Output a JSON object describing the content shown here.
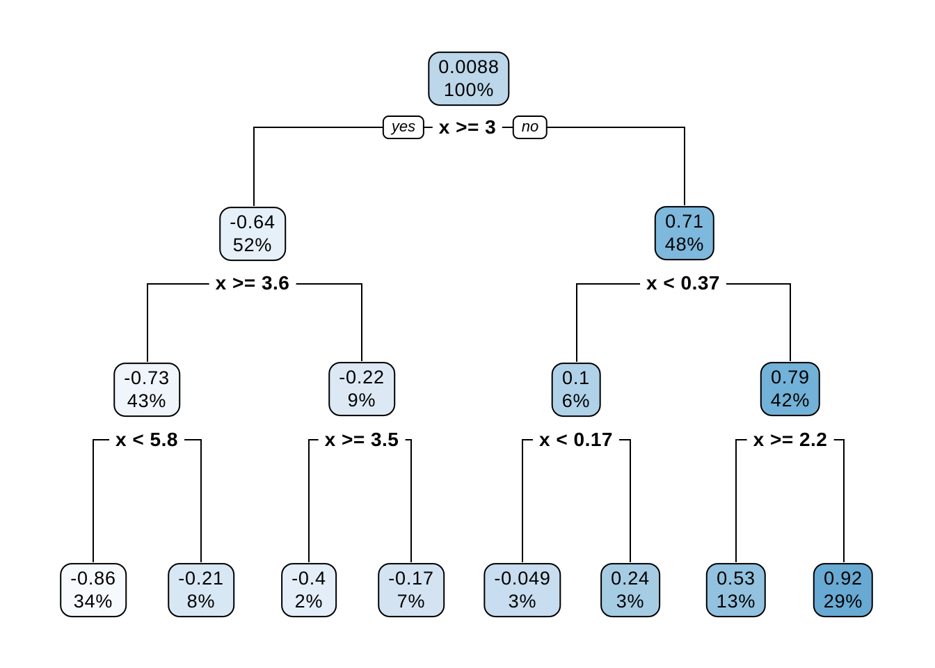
{
  "diagram": {
    "type": "regression-decision-tree",
    "edge_labels": {
      "yes": "yes",
      "no": "no"
    },
    "splits": [
      {
        "label": "x >= 3"
      },
      {
        "label": "x >= 3.6"
      },
      {
        "label": "x < 0.37"
      },
      {
        "label": "x < 5.8"
      },
      {
        "label": "x >= 3.5"
      },
      {
        "label": "x < 0.17"
      },
      {
        "label": "x >= 2.2"
      }
    ],
    "nodes": [
      {
        "level": 0,
        "value": "0.0088",
        "percent": "100%",
        "fill": "#bcd7ea"
      },
      {
        "level": 1,
        "value": "-0.64",
        "percent": "52%",
        "fill": "#e6f0f9"
      },
      {
        "level": 1,
        "value": "0.71",
        "percent": "48%",
        "fill": "#7eb8dc"
      },
      {
        "level": 2,
        "value": "-0.73",
        "percent": "43%",
        "fill": "#eff5fb"
      },
      {
        "level": 2,
        "value": "-0.22",
        "percent": "9%",
        "fill": "#dce9f5"
      },
      {
        "level": 2,
        "value": "0.1",
        "percent": "6%",
        "fill": "#b0d2e8"
      },
      {
        "level": 2,
        "value": "0.79",
        "percent": "42%",
        "fill": "#72b1d8"
      },
      {
        "level": 3,
        "value": "-0.86",
        "percent": "34%",
        "fill": "#f6fafd"
      },
      {
        "level": 3,
        "value": "-0.21",
        "percent": "8%",
        "fill": "#d8e7f4"
      },
      {
        "level": 3,
        "value": "-0.4",
        "percent": "2%",
        "fill": "#e3eef8"
      },
      {
        "level": 3,
        "value": "-0.17",
        "percent": "7%",
        "fill": "#d3e3f2"
      },
      {
        "level": 3,
        "value": "-0.049",
        "percent": "3%",
        "fill": "#c8ddef"
      },
      {
        "level": 3,
        "value": "0.24",
        "percent": "3%",
        "fill": "#a6cce4"
      },
      {
        "level": 3,
        "value": "0.53",
        "percent": "13%",
        "fill": "#92c2df"
      },
      {
        "level": 3,
        "value": "0.92",
        "percent": "29%",
        "fill": "#68aad3"
      }
    ],
    "colors": {
      "line": "#000000",
      "node_border": "#000000",
      "background": "#ffffff",
      "heat_lightest": "#f6fafd",
      "heat_darkest": "#68aad3"
    }
  }
}
